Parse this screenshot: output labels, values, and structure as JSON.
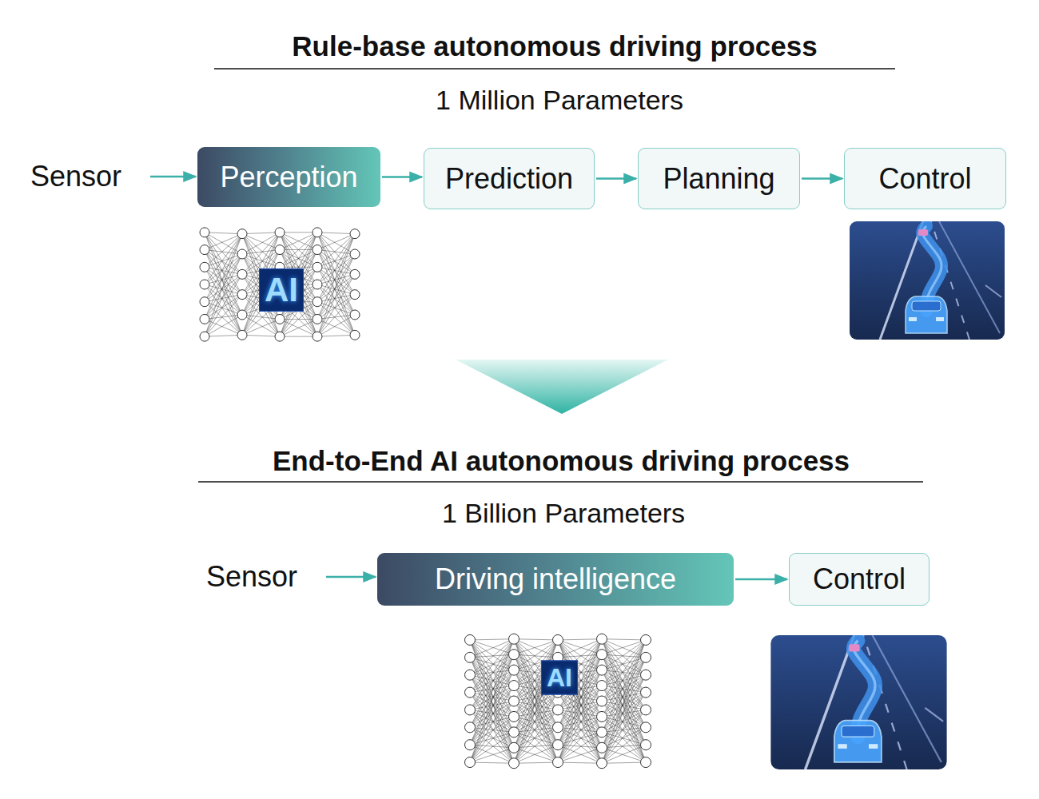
{
  "diagram": {
    "title": "Rule-base autonomous driving process",
    "nodes": [
      {
        "text": [
          "Sensor"
        ]
      },
      {
        "text": [
          "Perception"
        ]
      },
      {
        "text": [
          "Prediction"
        ]
      },
      {
        "text": [
          "Planning"
        ]
      },
      {
        "text": [
          "Control"
        ]
      },
      {
        "text": [
          "Sensor"
        ]
      },
      {
        "text": [
          "Driving intelligence"
        ]
      },
      {
        "text": [
          "Control"
        ]
      }
    ],
    "edges": [
      {
        "from": 0,
        "to": 1,
        "arrow": "to"
      },
      {
        "from": 1,
        "to": 2,
        "arrow": "to"
      },
      {
        "from": 2,
        "to": 3,
        "arrow": "to"
      },
      {
        "from": 3,
        "to": 4,
        "arrow": "to"
      },
      {
        "from": 5,
        "to": 6,
        "arrow": "to"
      },
      {
        "from": 6,
        "to": 7,
        "arrow": "to"
      }
    ],
    "labels": [
      "1 Million Parameters",
      "AI",
      "End-to-End AI autonomous driving process",
      "1 Billion Parameters",
      "AI"
    ]
  }
}
